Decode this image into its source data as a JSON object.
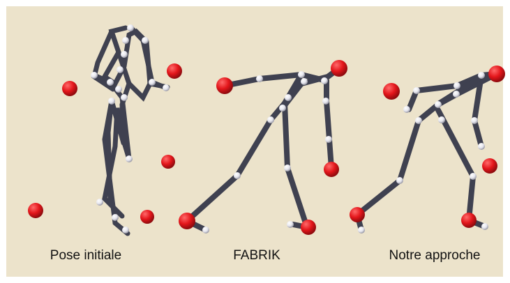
{
  "colors": {
    "background": "#ece3cb",
    "bone": "#3f4150",
    "joint": "#f4f4f8",
    "target": "#e3161b"
  },
  "figure": {
    "panels": [
      {
        "caption": "Pose initiale"
      },
      {
        "caption": "FABRIK"
      },
      {
        "caption": "Notre approche"
      }
    ]
  }
}
